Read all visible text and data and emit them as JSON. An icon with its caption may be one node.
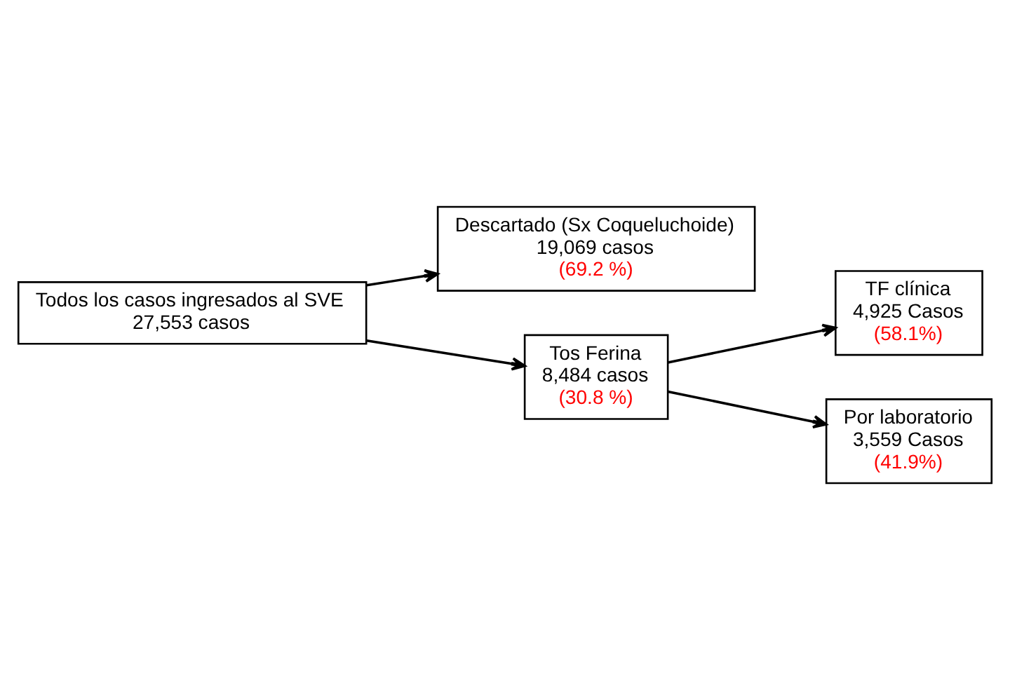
{
  "diagram": {
    "nodes": [
      {
        "text": [
          "Todos los casos ingresados al SVE",
          "27,553 casos"
        ]
      },
      {
        "text": [
          "Descartado (Sx Coqueluchoide)",
          "19,069 casos",
          "(69.2 %)"
        ]
      },
      {
        "text": [
          "Tos Ferina",
          "8,484 casos",
          "(30.8 %)"
        ]
      },
      {
        "text": [
          "TF clínica",
          "4,925 Casos",
          "(58.1%)"
        ]
      },
      {
        "text": [
          "Por laboratorio",
          "3,559 Casos",
          "(41.9%)"
        ]
      }
    ],
    "edges": [
      {
        "from": 0,
        "to": 1,
        "arrow": "to"
      },
      {
        "from": 0,
        "to": 2,
        "arrow": "to"
      },
      {
        "from": 2,
        "to": 3,
        "arrow": "to"
      },
      {
        "from": 2,
        "to": 4,
        "arrow": "to"
      }
    ]
  }
}
